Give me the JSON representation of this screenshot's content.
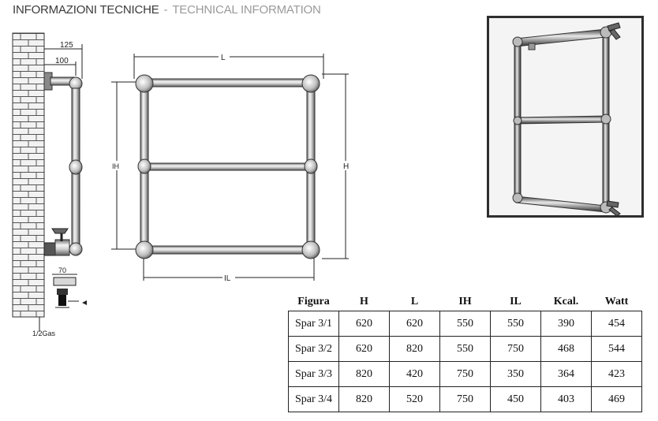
{
  "header": {
    "title_it": "INFORMAZIONI TECNICHE",
    "separator": "-",
    "title_en": "TECHNICAL INFORMATION"
  },
  "side_view": {
    "dim_outer": "125",
    "dim_inner": "100",
    "dim_valve": "70",
    "connection": "1/2Gas"
  },
  "front_view": {
    "dim_L": "L",
    "dim_IL": "IL",
    "dim_H": "H",
    "dim_IH": "IH"
  },
  "table": {
    "headers": [
      "Figura",
      "H",
      "L",
      "IH",
      "IL",
      "Kcal.",
      "Watt"
    ],
    "rows": [
      [
        "Spar 3/1",
        "620",
        "620",
        "550",
        "550",
        "390",
        "454"
      ],
      [
        "Spar 3/2",
        "620",
        "820",
        "550",
        "750",
        "468",
        "544"
      ],
      [
        "Spar 3/3",
        "820",
        "420",
        "750",
        "350",
        "364",
        "423"
      ],
      [
        "Spar 3/4",
        "820",
        "520",
        "750",
        "450",
        "403",
        "469"
      ]
    ]
  }
}
